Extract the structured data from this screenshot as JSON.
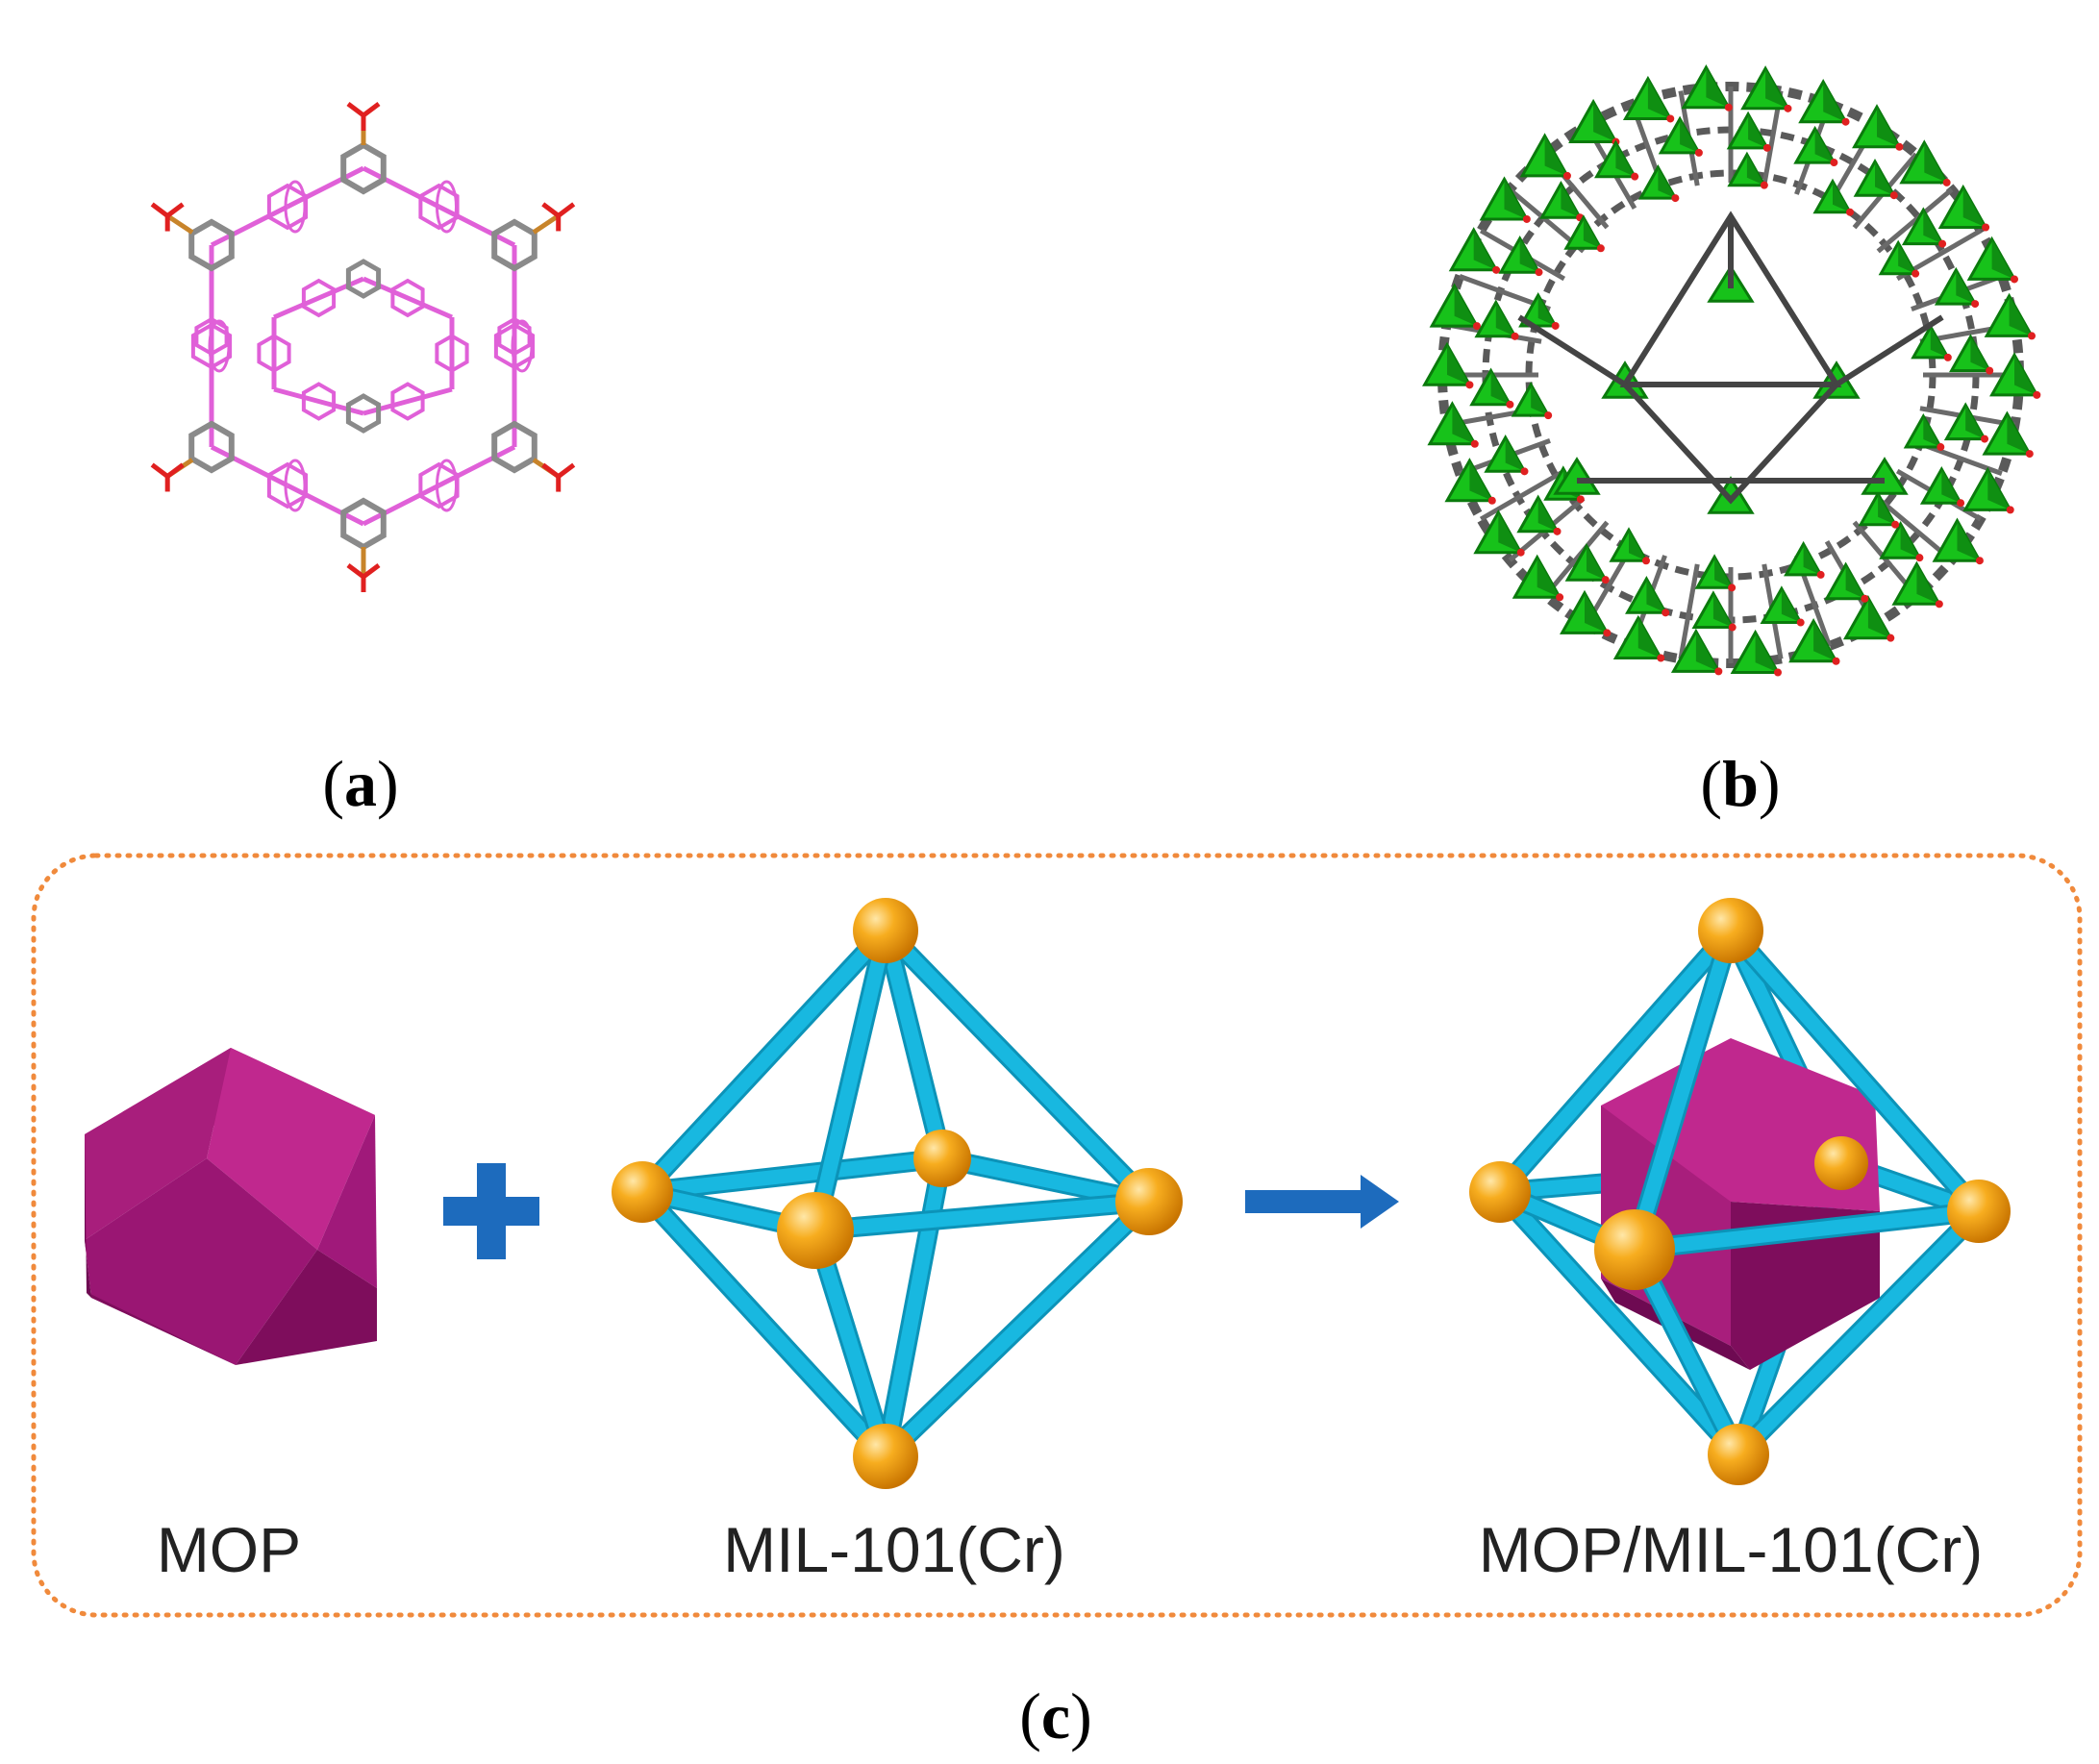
{
  "panels": {
    "a": {
      "open": "(",
      "letter": "a",
      "close": ")"
    },
    "b": {
      "open": "(",
      "letter": "b",
      "close": ")"
    },
    "c": {
      "open": "(",
      "letter": "c",
      "close": ")"
    }
  },
  "captions": {
    "mop": "MOP",
    "mil": "MIL-101(Cr)",
    "composite": "MOP/MIL-101(Cr)"
  },
  "colors": {
    "mop_face_light": "#c0288e",
    "mop_face_mid": "#a81e7c",
    "mop_face_dark": "#7e0d5c",
    "rod": "#18b8e0",
    "node": "#f2a010",
    "arrow": "#1d6bbd",
    "frame": "#f08a3c",
    "green": "#17c21a",
    "pink": "#e060d8"
  },
  "icons": {
    "plus": "plus-icon",
    "arrow": "right-arrow-icon"
  }
}
